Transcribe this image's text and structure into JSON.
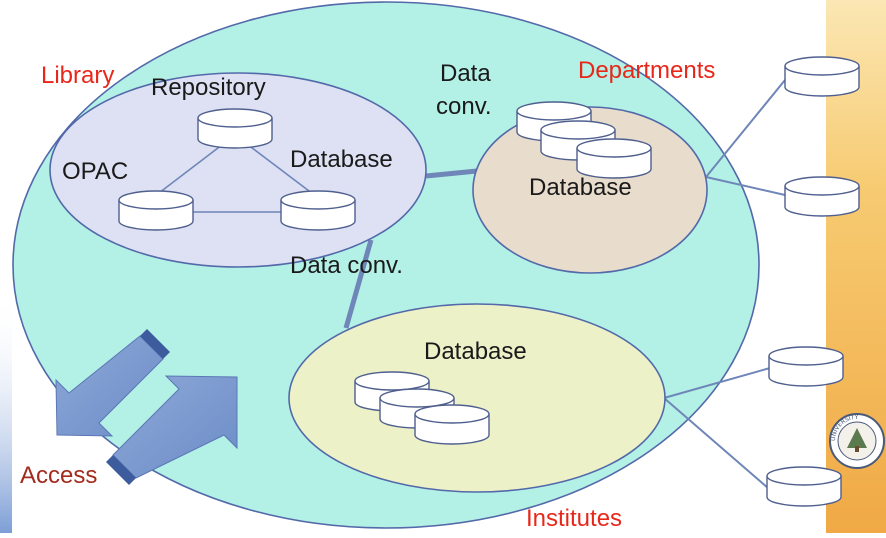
{
  "labels": {
    "library": "Library",
    "repository": "Repository",
    "opac": "OPAC",
    "library_database": "Database",
    "data_conv_top_line1": "Data",
    "data_conv_top_line2": "conv.",
    "departments": "Departments",
    "departments_database": "Database",
    "data_conv_middle": "Data conv.",
    "institutes_database": "Database",
    "access": "Access",
    "institutes": "Institutes"
  },
  "colors": {
    "outer_ellipse": "#b3f0e6",
    "library_ellipse": "#dde1f3",
    "departments_ellipse": "#e8dccd",
    "institutes_ellipse": "#ecf1c8",
    "outline": "#5369a9",
    "connector": "#6f86b8",
    "cylinder_fill": "#ffffff",
    "arrow": "#7795cb",
    "label_red": "#e8271a",
    "label_maroon": "#a32a1d",
    "right_bar": "#f8c868"
  },
  "seal": {
    "text": "UNIVERSITY"
  }
}
